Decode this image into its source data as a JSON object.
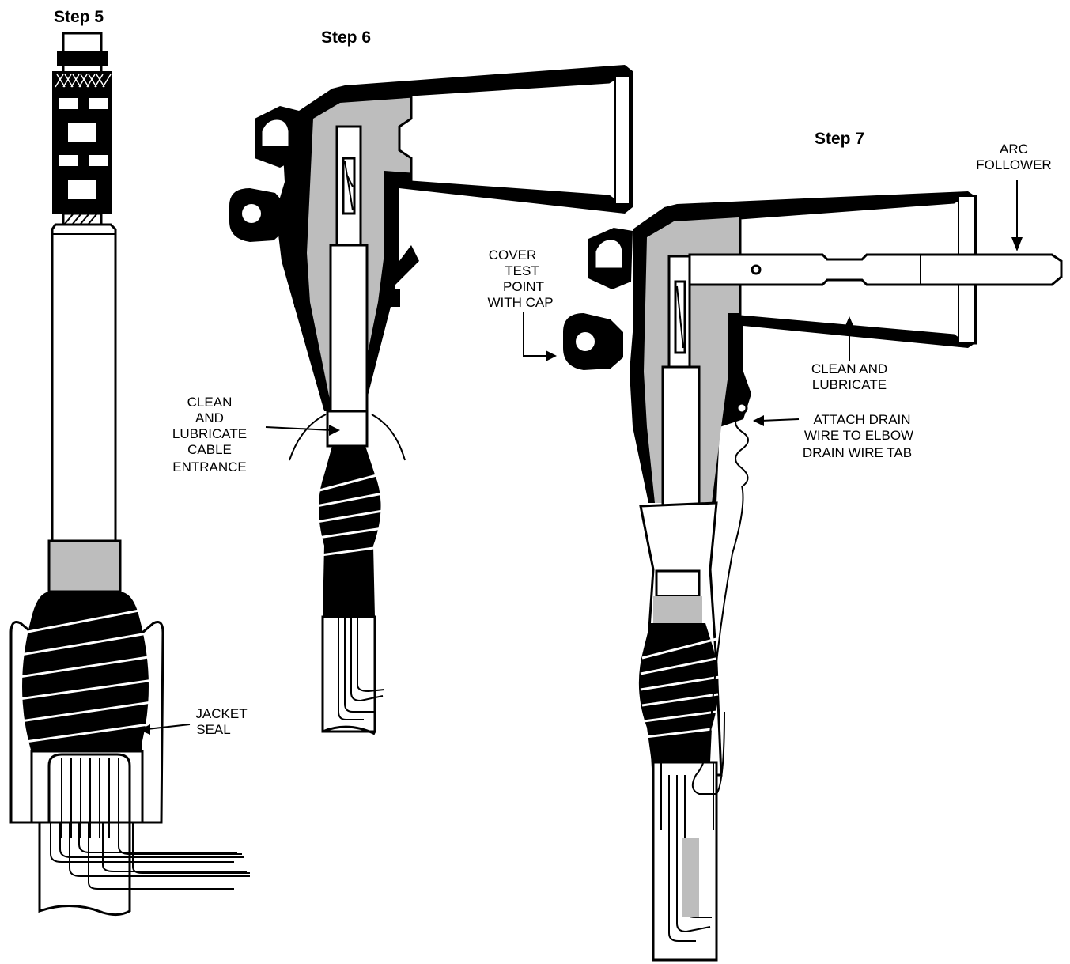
{
  "steps": {
    "step5": "Step 5",
    "step6": "Step 6",
    "step7": "Step 7"
  },
  "labels": {
    "jacket_seal": [
      "JACKET",
      "SEAL"
    ],
    "clean_lubricate_cable_entrance": [
      "CLEAN",
      "AND",
      "LUBRICATE",
      "CABLE",
      "ENTRANCE"
    ],
    "cover_test_point": [
      "COVER",
      "TEST",
      "POINT",
      "WITH CAP"
    ],
    "clean_and_lubricate": [
      "CLEAN AND",
      "LUBRICATE"
    ],
    "attach_drain_wire": [
      "ATTACH DRAIN",
      "WIRE TO ELBOW",
      "DRAIN WIRE TAB"
    ],
    "arc_follower": [
      "ARC",
      "FOLLOWER"
    ]
  },
  "colors": {
    "ink": "#000000",
    "rubber_gray": "#bdbdbd",
    "paper": "#ffffff"
  }
}
